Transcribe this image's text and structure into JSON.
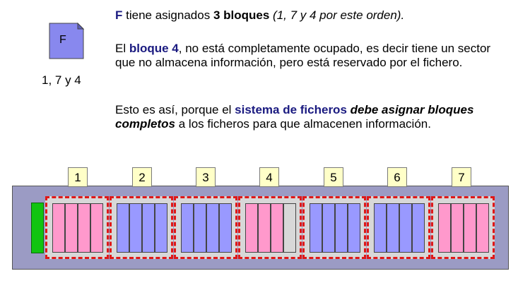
{
  "file": {
    "name": "F",
    "blocks_label": "1, 7 y 4"
  },
  "text": {
    "p1": {
      "f": "F",
      "a": " tiene asignados ",
      "b": "3 bloques",
      "c": " ",
      "d": "(1, 7 y 4 por este orden)."
    },
    "p2": {
      "a": "El ",
      "b": "bloque 4",
      "c": ", no está completamente ocupado, es decir tiene un sector que no almacena información, pero está reservado por el fichero."
    },
    "p3": {
      "a": "Esto es así, porque el ",
      "b": "sistema de ficheros",
      "c": " ",
      "d": "debe asignar bloques completos",
      "e": " a los ficheros para que almacenen información."
    }
  },
  "blocks": [
    {
      "label": "1",
      "owner": "F",
      "sectors": [
        "pink",
        "pink",
        "pink",
        "pink"
      ]
    },
    {
      "label": "2",
      "owner": "other",
      "sectors": [
        "blue",
        "blue",
        "blue",
        "blue"
      ]
    },
    {
      "label": "3",
      "owner": "other",
      "sectors": [
        "blue",
        "blue",
        "blue",
        "blue"
      ]
    },
    {
      "label": "4",
      "owner": "F",
      "sectors": [
        "pink",
        "pink",
        "pink",
        "empty"
      ]
    },
    {
      "label": "5",
      "owner": "other",
      "sectors": [
        "blue",
        "blue",
        "blue",
        "blue"
      ]
    },
    {
      "label": "6",
      "owner": "other",
      "sectors": [
        "blue",
        "blue",
        "blue",
        "blue"
      ]
    },
    {
      "label": "7",
      "owner": "F",
      "sectors": [
        "pink",
        "pink",
        "pink",
        "pink"
      ]
    }
  ],
  "colors": {
    "file_sector": "#ff99cc",
    "other_sector": "#9999ff",
    "block_border": "#e01818",
    "disk": "#9b9bc4",
    "head": "#11c411",
    "label_bg": "#ffffc8"
  }
}
